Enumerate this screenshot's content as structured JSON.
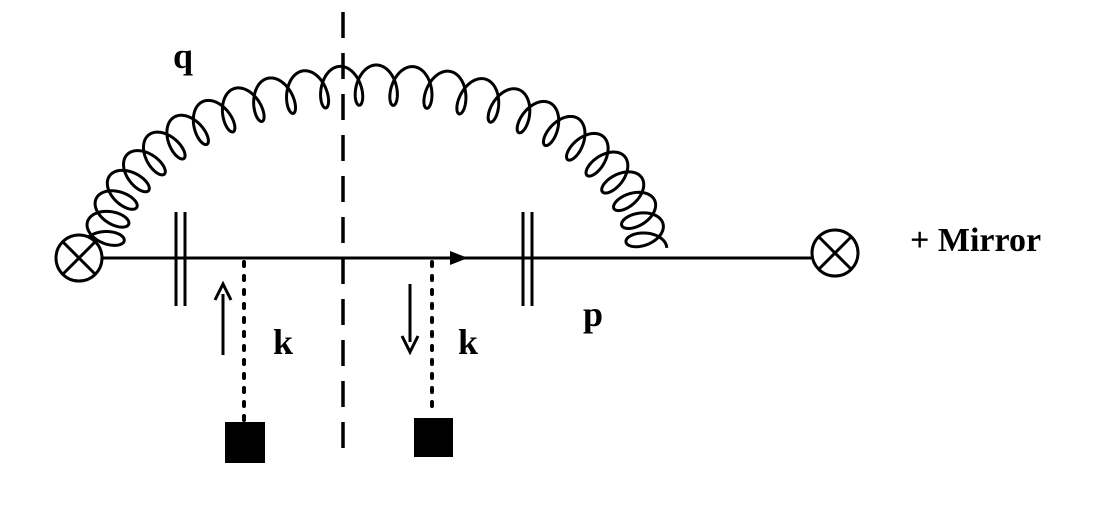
{
  "labels": {
    "gluon_momentum": "q",
    "outgoing_momentum": "p",
    "exchange_momentum_left": "k",
    "exchange_momentum_right": "k",
    "mirror_note": "+ Mirror"
  },
  "colors": {
    "ink": "#000000",
    "background": "#ffffff"
  },
  "icons": {
    "left_vertex": "crossed-circle-vertex-icon",
    "right_vertex": "crossed-circle-vertex-icon",
    "sources": "filled-square-source-icon",
    "propagator_arrow": "arrow-right-icon"
  }
}
